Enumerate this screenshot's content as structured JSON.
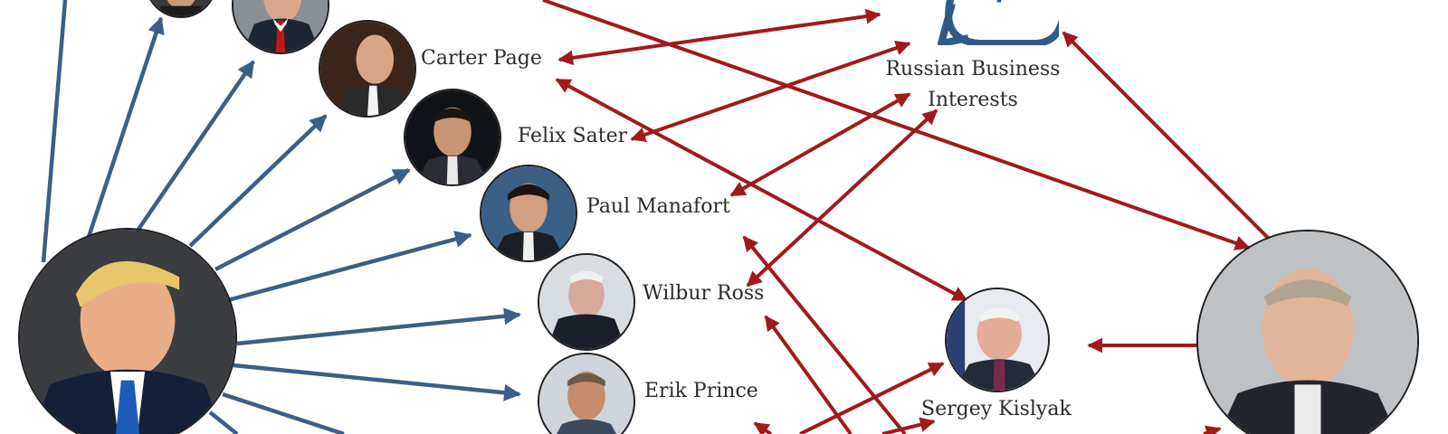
{
  "colors": {
    "trump_links": "#3b5f86",
    "russia_links": "#a11a1a",
    "hub_icon": "#2f5a86",
    "text": "#2b2b2b"
  },
  "nodes": {
    "carter_page": {
      "label": "Carter Page"
    },
    "felix_sater": {
      "label": "Felix Sater"
    },
    "paul_manafort": {
      "label": "Paul Manafort"
    },
    "wilbur_ross": {
      "label": "Wilbur Ross"
    },
    "erik_prince": {
      "label": "Erik Prince"
    },
    "sergey_kislyak": {
      "label": "Sergey Kislyak"
    },
    "russian_business": {
      "label_line1": "Russian Business",
      "label_line2": "Interests",
      "icon": "dollar-speech-bubble-icon"
    },
    "trump": {
      "label": ""
    },
    "putin": {
      "label": ""
    }
  }
}
